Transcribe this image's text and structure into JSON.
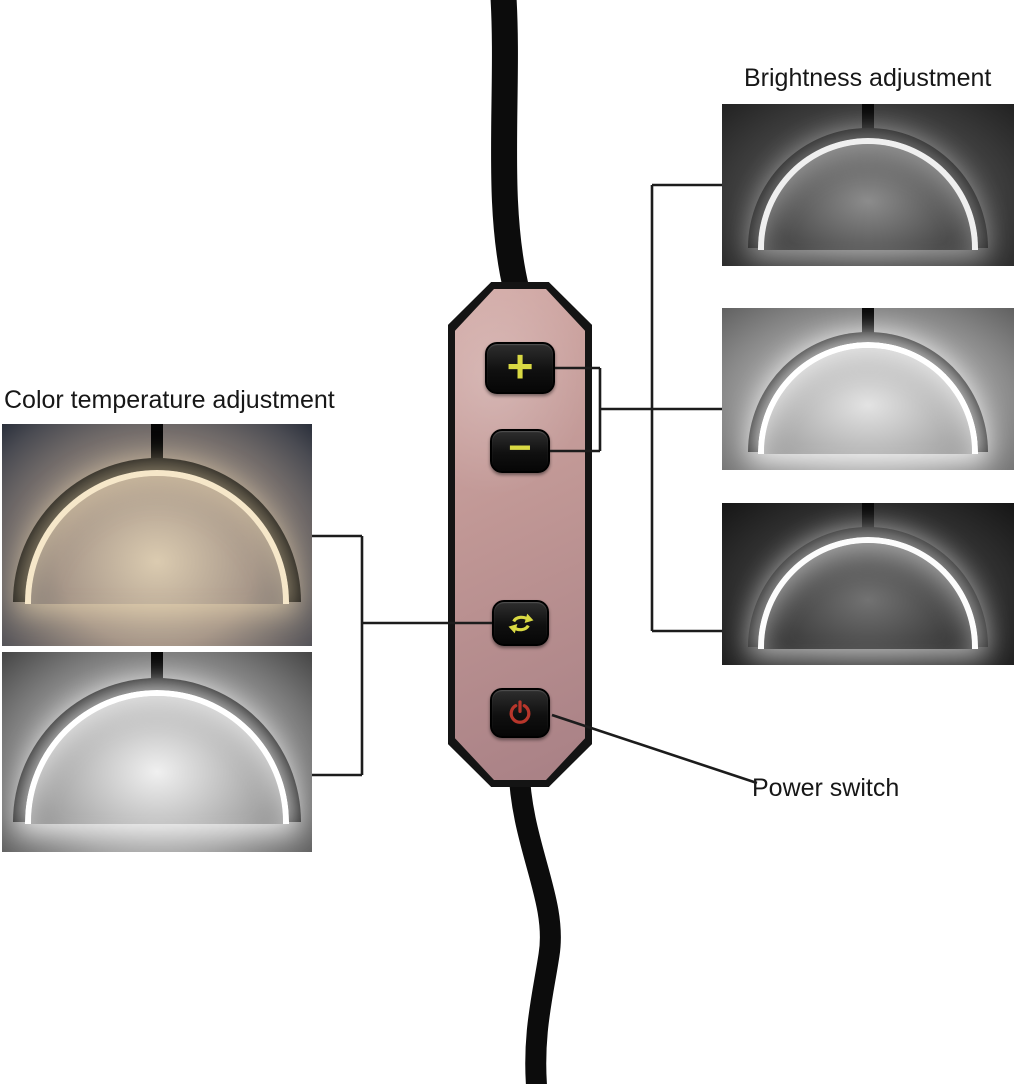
{
  "annotations": {
    "brightness": "Brightness adjustment",
    "color_temperature": "Color temperature adjustment",
    "power": "Power switch"
  },
  "controller": {
    "body_color": "#c09795",
    "outline_color": "#141414",
    "buttons": {
      "plus": {
        "label": "+",
        "glyph_color": "#d9d943"
      },
      "minus": {
        "label": "−",
        "glyph_color": "#d9d943"
      },
      "color_cycle": {
        "icon": "color-cycle-icon",
        "glyph_color": "#d9d943"
      },
      "power": {
        "icon": "power-icon",
        "glyph_color": "#b8362b"
      }
    }
  },
  "photos": {
    "right": [
      {
        "name": "lamp-brightness-level-1",
        "glow": "#efefef"
      },
      {
        "name": "lamp-brightness-level-2",
        "glow": "#ffffff"
      },
      {
        "name": "lamp-brightness-level-3",
        "glow": "#fcfcfc"
      }
    ],
    "left": [
      {
        "name": "lamp-warm-color-temperature",
        "glow": "#f6e7c9"
      },
      {
        "name": "lamp-cool-color-temperature",
        "glow": "#ffffff"
      }
    ]
  }
}
